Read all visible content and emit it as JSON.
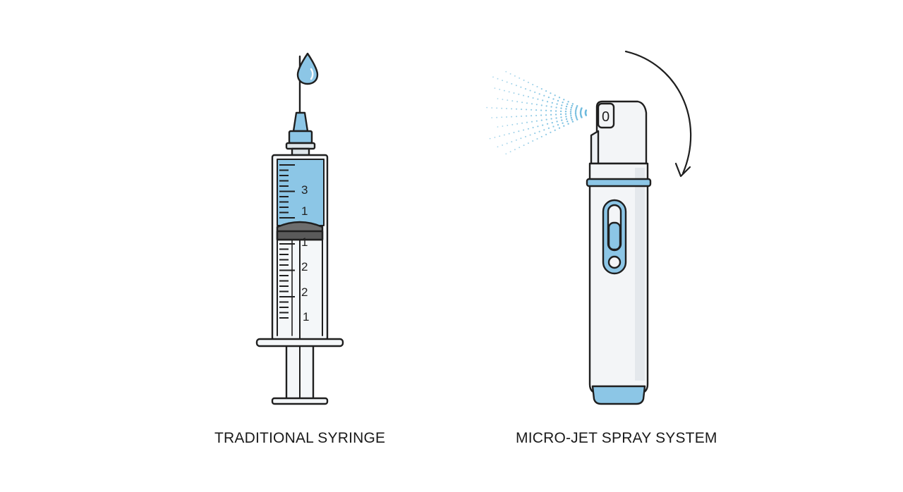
{
  "colors": {
    "outline": "#1f1f1f",
    "liquid_blue": "#8cc6e6",
    "accent_blue": "#4fa8d9",
    "spray_dot": "#6cb9dd",
    "stopper_gray": "#6d6d6d",
    "device_body": "#f3f5f7"
  },
  "icons": {
    "left": "syringe-icon",
    "right": "spray-injector-icon",
    "arrow": "curved-arrow-icon"
  },
  "syringe": {
    "caption": "TRADITIONAL SYRINGE",
    "scale_labels": [
      "3",
      "1",
      "1",
      "2",
      "2",
      "1"
    ]
  },
  "spray": {
    "caption": "MICRO-JET SPRAY SYSTEM",
    "nozzle_label": "0"
  }
}
